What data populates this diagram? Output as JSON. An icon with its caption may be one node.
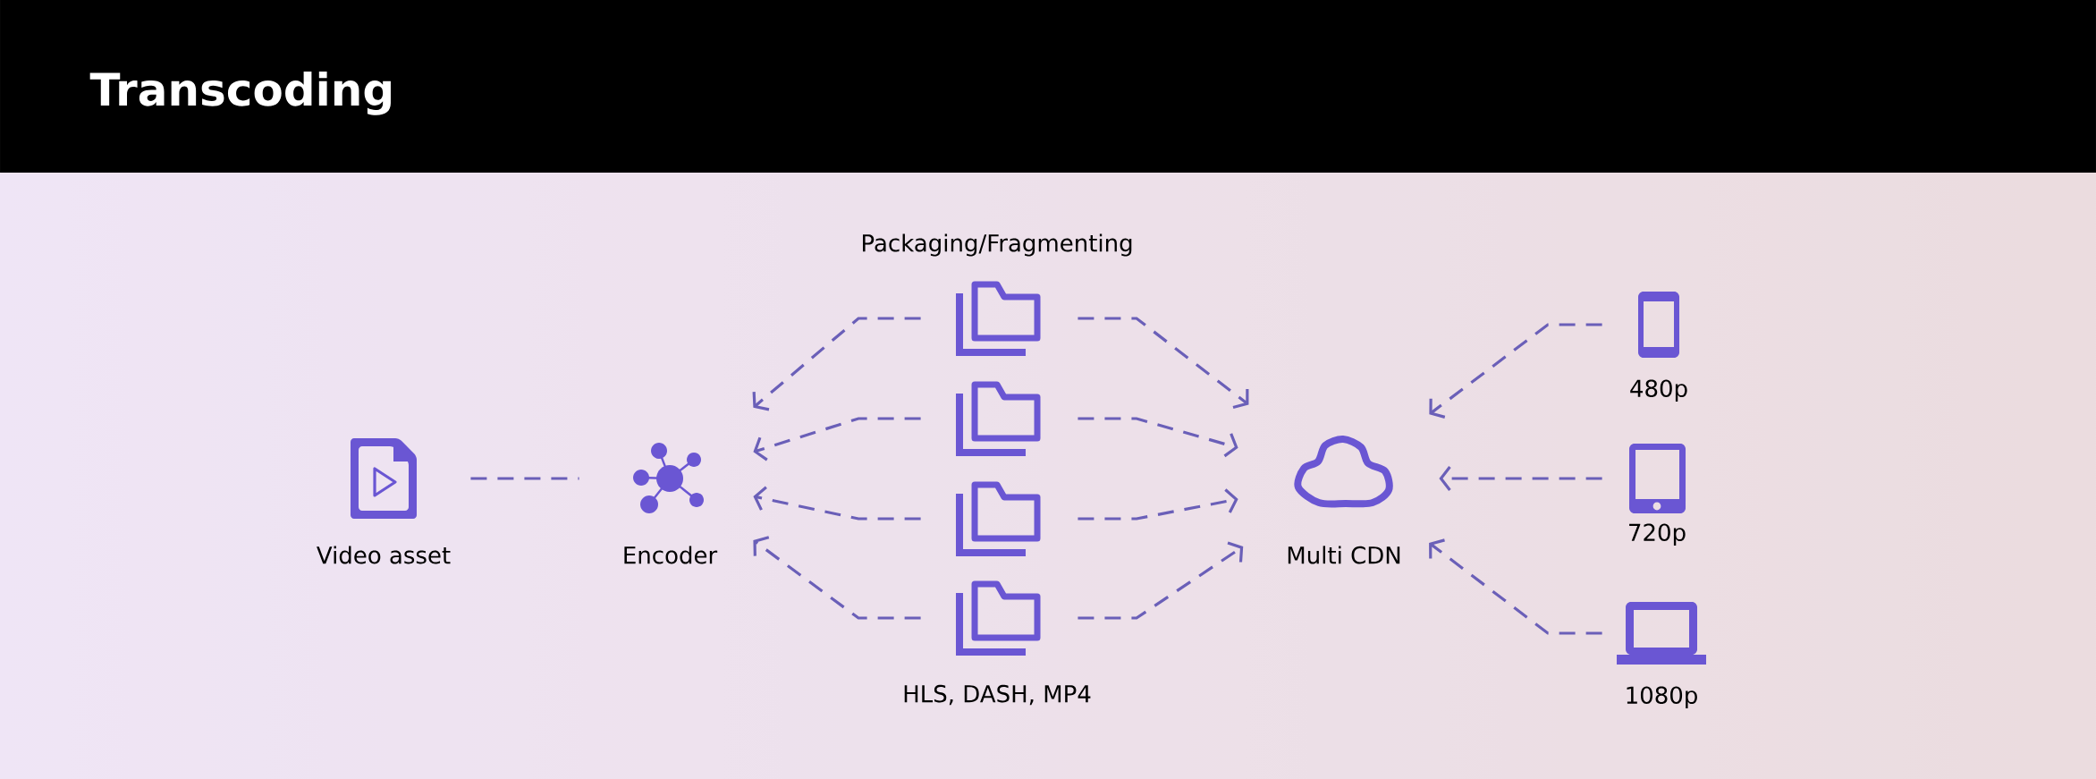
{
  "diagram": {
    "title": "Transcoding",
    "nodes": [
      {
        "text": [
          "Video asset"
        ]
      },
      {
        "text": [
          "Encoder"
        ]
      },
      {
        "text": [],
        "shape": "folder"
      },
      {
        "text": [],
        "shape": "folder"
      },
      {
        "text": [],
        "shape": "folder"
      },
      {
        "text": [],
        "shape": "folder"
      },
      {
        "text": [
          "Multi CDN"
        ]
      },
      {
        "text": [
          "480p"
        ]
      },
      {
        "text": [
          "720p"
        ]
      },
      {
        "text": [
          "1080p"
        ]
      }
    ],
    "edges": [
      {
        "from": 0,
        "to": 1,
        "arrow": "none"
      },
      {
        "from": 2,
        "to": 1,
        "arrow": "to"
      },
      {
        "from": 3,
        "to": 1,
        "arrow": "to"
      },
      {
        "from": 4,
        "to": 1,
        "arrow": "to"
      },
      {
        "from": 5,
        "to": 1,
        "arrow": "to"
      },
      {
        "from": 2,
        "to": 6,
        "arrow": "to"
      },
      {
        "from": 3,
        "to": 6,
        "arrow": "to"
      },
      {
        "from": 4,
        "to": 6,
        "arrow": "to"
      },
      {
        "from": 5,
        "to": 6,
        "arrow": "to"
      },
      {
        "from": 7,
        "to": 6,
        "arrow": "to"
      },
      {
        "from": 8,
        "to": 6,
        "arrow": "to"
      },
      {
        "from": 9,
        "to": 6,
        "arrow": "to"
      }
    ],
    "labels": [
      "Packaging/Fragmenting",
      "HLS, DASH, MP4"
    ]
  }
}
